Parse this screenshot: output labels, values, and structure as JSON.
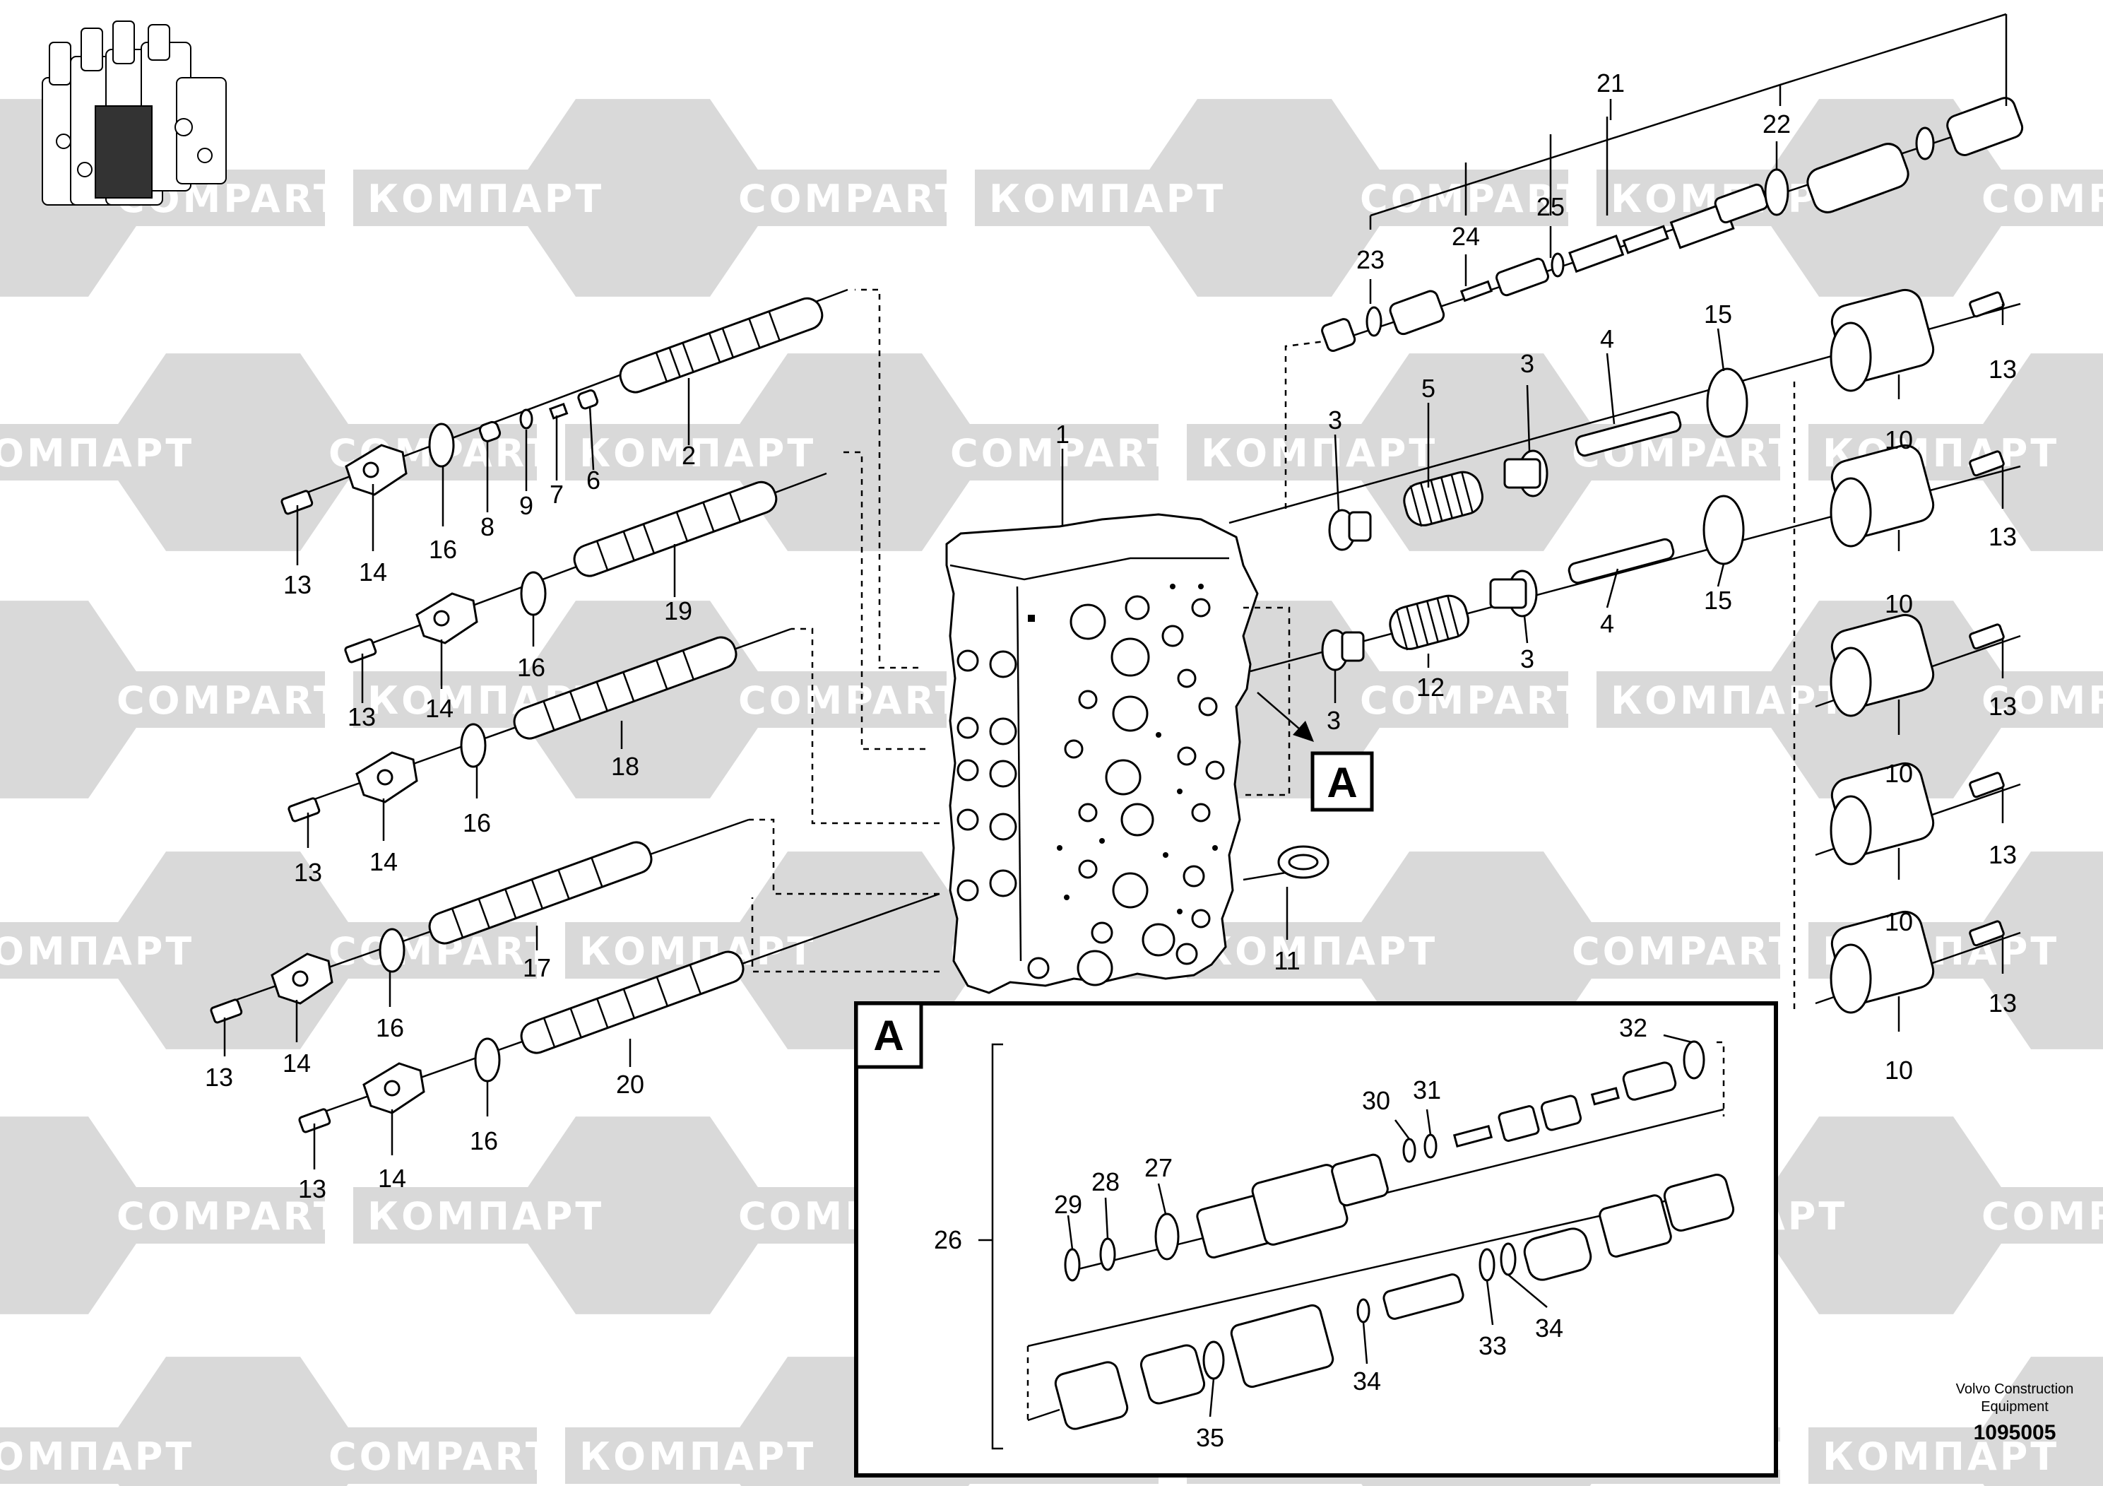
{
  "watermark": {
    "brand_cyrillic": "КОМПАРТ",
    "brand_latin": "COMPART",
    "color": "#d9d9d9"
  },
  "callouts": {
    "p1": "1",
    "p2": "2",
    "p3a": "3",
    "p3b": "3",
    "p3c": "3",
    "p3d": "3",
    "p4a": "4",
    "p4b": "4",
    "p5": "5",
    "p6": "6",
    "p7": "7",
    "p8": "8",
    "p9": "9",
    "p10a": "10",
    "p10b": "10",
    "p10c": "10",
    "p10d": "10",
    "p10e": "10",
    "p11": "11",
    "p12": "12",
    "p13a": "13",
    "p13b": "13",
    "p13c": "13",
    "p13d": "13",
    "p13e": "13",
    "p13f": "13",
    "p13g": "13",
    "p13h": "13",
    "p13i": "13",
    "p13j": "13",
    "p14a": "14",
    "p14b": "14",
    "p14c": "14",
    "p14d": "14",
    "p14e": "14",
    "p15a": "15",
    "p15b": "15",
    "p16a": "16",
    "p16b": "16",
    "p16c": "16",
    "p16d": "16",
    "p16e": "16",
    "p17": "17",
    "p18": "18",
    "p19": "19",
    "p20": "20",
    "p21": "21",
    "p22": "22",
    "p23": "23",
    "p24": "24",
    "p25": "25",
    "p26": "26",
    "p27": "27",
    "p28": "28",
    "p29": "29",
    "p30": "30",
    "p31": "31",
    "p32": "32",
    "p33": "33",
    "p34a": "34",
    "p34b": "34",
    "p35": "35"
  },
  "detail_marker": "A",
  "detail_box_label": "A",
  "footer": {
    "brand_line1": "Volvo Construction",
    "brand_line2": "Equipment",
    "drawing_number": "1095005"
  }
}
